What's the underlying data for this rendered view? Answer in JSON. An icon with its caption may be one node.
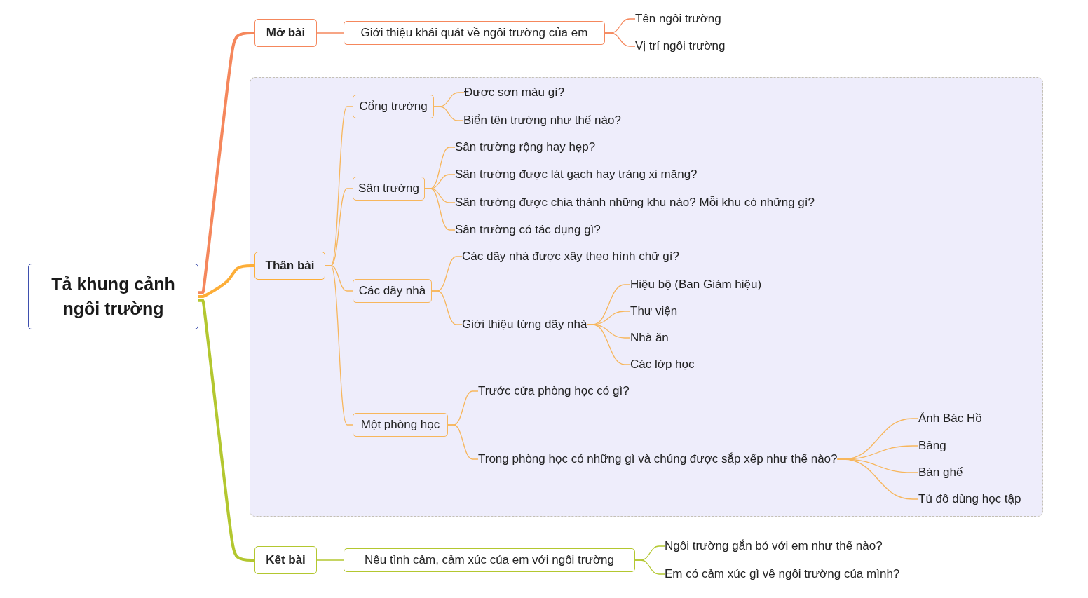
{
  "diagram": {
    "nodes": [
      {
        "text": [
          "Tả khung cảnh ngôi trường"
        ]
      },
      {
        "text": [
          "Mở bài"
        ]
      },
      {
        "text": [
          "Giới thiệu khái quát về ngôi trường của em"
        ]
      },
      {
        "text": [
          "Tên ngôi trường"
        ]
      },
      {
        "text": [
          "Vị trí ngôi trường"
        ]
      },
      {
        "text": [],
        "shape": "box"
      },
      {
        "text": [
          "Thân bài"
        ],
        "in": 5
      },
      {
        "text": [
          "Cổng trường"
        ],
        "in": 5
      },
      {
        "text": [
          "Được sơn màu gì?"
        ],
        "in": 5
      },
      {
        "text": [
          "Biển tên trường như thế nào?"
        ],
        "in": 5
      },
      {
        "text": [
          "Sân trường"
        ],
        "in": 5
      },
      {
        "text": [
          "Sân trường rộng hay hẹp?"
        ],
        "in": 5
      },
      {
        "text": [
          "Sân trường được lát gạch hay tráng xi măng?"
        ],
        "in": 5
      },
      {
        "text": [
          "Sân trường được chia thành những khu nào? Mỗi khu có những gì?"
        ],
        "in": 5
      },
      {
        "text": [
          "Sân trường có tác dụng gì?"
        ],
        "in": 5
      },
      {
        "text": [
          "Các dãy nhà"
        ],
        "in": 5
      },
      {
        "text": [
          "Các dãy nhà được xây theo hình chữ gì?"
        ],
        "in": 5
      },
      {
        "text": [
          "Giới thiệu từng dãy nhà"
        ],
        "in": 5
      },
      {
        "text": [
          "Hiệu bộ (Ban Giám hiệu)"
        ],
        "in": 5
      },
      {
        "text": [
          "Thư viện"
        ],
        "in": 5
      },
      {
        "text": [
          "Nhà ăn"
        ],
        "in": 5
      },
      {
        "text": [
          "Các lớp học"
        ],
        "in": 5
      },
      {
        "text": [
          "Một phòng học"
        ],
        "in": 5
      },
      {
        "text": [
          "Trước cửa phòng học có gì?"
        ],
        "in": 5
      },
      {
        "text": [
          "Trong phòng học có những gì và chúng được sắp xếp như thế nào?"
        ],
        "in": 5
      },
      {
        "text": [
          "Ảnh Bác Hồ"
        ],
        "in": 5
      },
      {
        "text": [
          "Bảng"
        ],
        "in": 5
      },
      {
        "text": [
          "Bàn ghế"
        ],
        "in": 5
      },
      {
        "text": [
          "Tủ đồ dùng học tập"
        ],
        "in": 5
      },
      {
        "text": [
          "Kết bài"
        ]
      },
      {
        "text": [
          "Nêu tình cảm, cảm xúc của em với ngôi trường"
        ]
      },
      {
        "text": [
          "Ngôi trường gắn bó với em như thế nào?"
        ]
      },
      {
        "text": [
          "Em có cảm xúc gì về ngôi trường của mình?"
        ]
      }
    ],
    "edges": [
      {
        "from": 0,
        "to": 1,
        "arrow": "none",
        "style": "thick",
        "color": "#f5875c"
      },
      {
        "from": 1,
        "to": 2,
        "arrow": "none",
        "color": "#f5875c"
      },
      {
        "from": 2,
        "to": 3,
        "arrow": "none",
        "color": "#f5875c"
      },
      {
        "from": 2,
        "to": 4,
        "arrow": "none",
        "color": "#f5875c"
      },
      {
        "from": 0,
        "to": 6,
        "arrow": "none",
        "style": "thick",
        "color": "#fdae38"
      },
      {
        "from": 6,
        "to": 7,
        "arrow": "none"
      },
      {
        "from": 7,
        "to": 8,
        "arrow": "none"
      },
      {
        "from": 7,
        "to": 9,
        "arrow": "none"
      },
      {
        "from": 6,
        "to": 10,
        "arrow": "none"
      },
      {
        "from": 10,
        "to": 11,
        "arrow": "none"
      },
      {
        "from": 10,
        "to": 12,
        "arrow": "none"
      },
      {
        "from": 10,
        "to": 13,
        "arrow": "none"
      },
      {
        "from": 10,
        "to": 14,
        "arrow": "none"
      },
      {
        "from": 6,
        "to": 15,
        "arrow": "none"
      },
      {
        "from": 15,
        "to": 16,
        "arrow": "none"
      },
      {
        "from": 15,
        "to": 17,
        "arrow": "none"
      },
      {
        "from": 17,
        "to": 18,
        "arrow": "none"
      },
      {
        "from": 17,
        "to": 19,
        "arrow": "none"
      },
      {
        "from": 17,
        "to": 20,
        "arrow": "none"
      },
      {
        "from": 17,
        "to": 21,
        "arrow": "none"
      },
      {
        "from": 6,
        "to": 22,
        "arrow": "none"
      },
      {
        "from": 22,
        "to": 23,
        "arrow": "none"
      },
      {
        "from": 22,
        "to": 24,
        "arrow": "none"
      },
      {
        "from": 24,
        "to": 25,
        "arrow": "none"
      },
      {
        "from": 24,
        "to": 26,
        "arrow": "none"
      },
      {
        "from": 24,
        "to": 27,
        "arrow": "none"
      },
      {
        "from": 24,
        "to": 28,
        "arrow": "none"
      },
      {
        "from": 0,
        "to": 29,
        "arrow": "none",
        "style": "thick",
        "color": "#b3c72f"
      },
      {
        "from": 29,
        "to": 30,
        "arrow": "none",
        "color": "#b3c72f"
      },
      {
        "from": 30,
        "to": 31,
        "arrow": "none",
        "color": "#b3c72f"
      },
      {
        "from": 30,
        "to": 32,
        "arrow": "none",
        "color": "#b3c72f"
      }
    ]
  }
}
